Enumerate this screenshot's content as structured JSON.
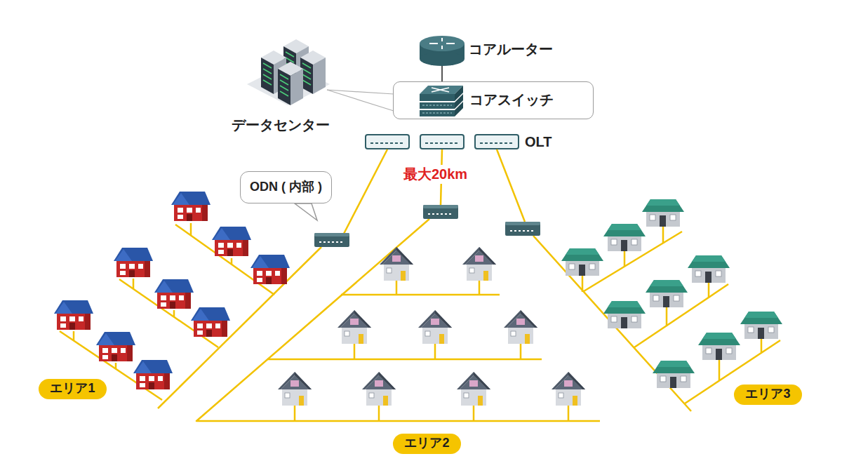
{
  "diagram": {
    "nodes": [
      {
        "text": [
          "コアルーター"
        ]
      },
      {
        "text": [
          "コアスイッチ"
        ]
      },
      {
        "text": [
          "ODN ( 内部 )"
        ]
      },
      {
        "text": [
          "エリア1"
        ]
      },
      {
        "text": [
          "エリア2"
        ]
      },
      {
        "text": [
          "エリア3"
        ]
      }
    ],
    "edges": [
      {
        "from": 0,
        "to": 1,
        "arrow": "none"
      }
    ],
    "labels": [
      "データセンター",
      "OLT",
      "最大20km"
    ]
  }
}
